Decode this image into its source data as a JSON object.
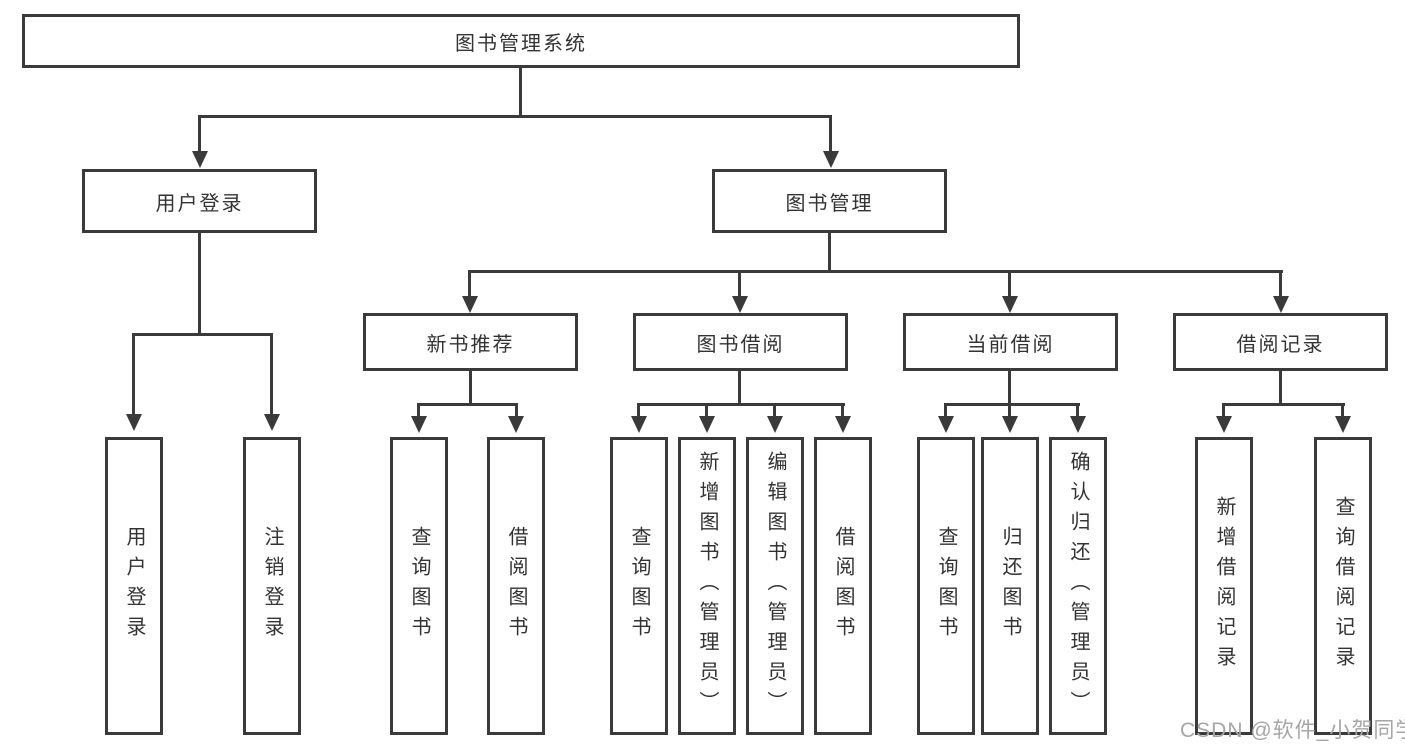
{
  "colors": {
    "line": "#3a3a3a",
    "text": "#333333",
    "background": "#ffffff",
    "watermark": "#a6a6a6"
  },
  "tree": {
    "root": {
      "label": "图书管理系统"
    },
    "children": [
      {
        "label": "用户登录",
        "children": [
          {
            "label": "用户登录"
          },
          {
            "label": "注销登录"
          }
        ]
      },
      {
        "label": "图书管理",
        "children": [
          {
            "label": "新书推荐",
            "children": [
              {
                "label": "查询图书"
              },
              {
                "label": "借阅图书"
              }
            ]
          },
          {
            "label": "图书借阅",
            "children": [
              {
                "label": "查询图书"
              },
              {
                "label": "新增图书（管理员）"
              },
              {
                "label": "编辑图书（管理员）"
              },
              {
                "label": "借阅图书"
              }
            ]
          },
          {
            "label": "当前借阅",
            "children": [
              {
                "label": "查询图书"
              },
              {
                "label": "归还图书"
              },
              {
                "label": "确认归还（管理员）"
              }
            ]
          },
          {
            "label": "借阅记录",
            "children": [
              {
                "label": "新增借阅记录"
              },
              {
                "label": "查询借阅记录"
              }
            ]
          }
        ]
      }
    ]
  },
  "watermark": "CSDN @软件_小贺同学"
}
